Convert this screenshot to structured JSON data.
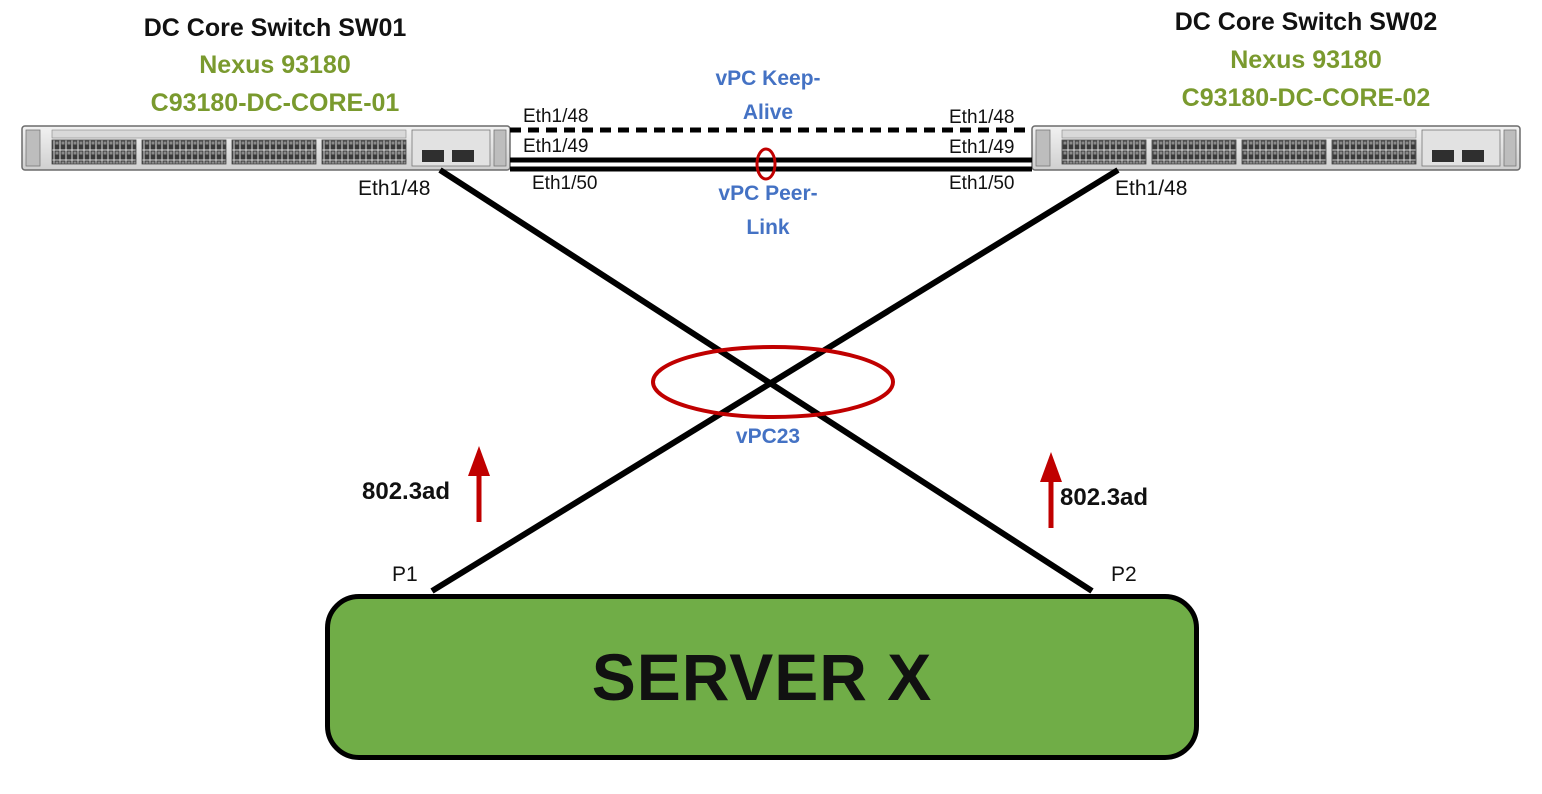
{
  "switch1": {
    "title": "DC Core Switch SW01",
    "model": "Nexus 93180",
    "hostname": "C93180-DC-CORE-01",
    "port_downlink": "Eth1/48",
    "port_keepalive": "Eth1/48",
    "port_peer_1": "Eth1/49",
    "port_peer_2": "Eth1/50"
  },
  "switch2": {
    "title": "DC Core Switch SW02",
    "model": "Nexus 93180",
    "hostname": "C93180-DC-CORE-02",
    "port_downlink": "Eth1/48",
    "port_keepalive": "Eth1/48",
    "port_peer_1": "Eth1/49",
    "port_peer_2": "Eth1/50"
  },
  "links": {
    "keepalive_label_1": "vPC Keep-",
    "keepalive_label_2": "Alive",
    "peerlink_label_1": "vPC Peer-",
    "peerlink_label_2": "Link",
    "vpc_label": "vPC23"
  },
  "server": {
    "label": "SERVER X",
    "port1": "P1",
    "port2": "P2",
    "lacp_left": "802.3ad",
    "lacp_right": "802.3ad"
  },
  "colors": {
    "server_fill": "#70ad47",
    "model_text": "#7a9a2e",
    "vpc_text": "#4472c4",
    "highlight_red": "#c00000"
  }
}
